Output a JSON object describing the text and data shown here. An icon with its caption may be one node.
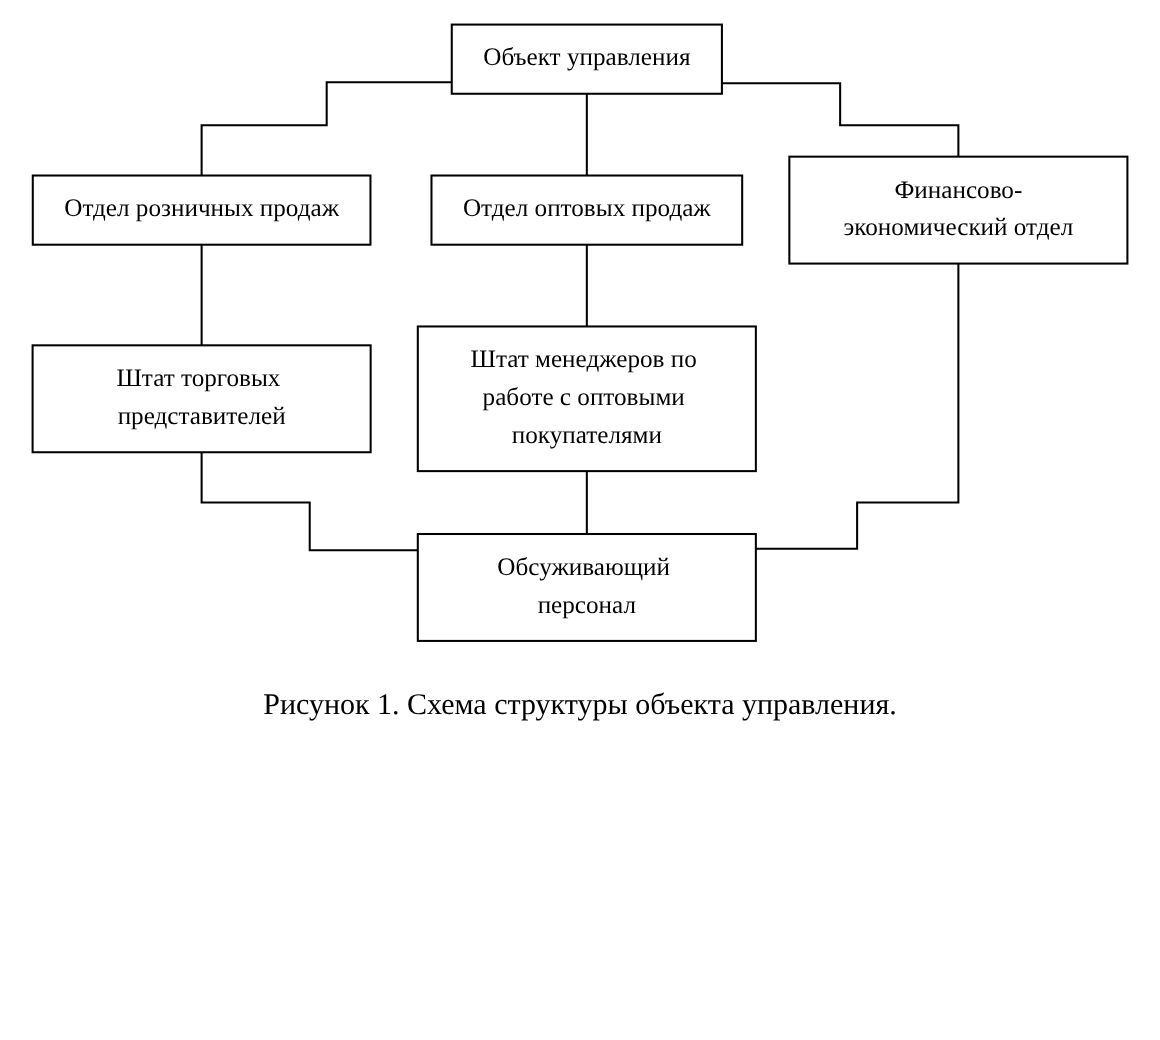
{
  "diagram": {
    "caption": "Рисунок 1. Схема структуры объекта управления.",
    "nodes": [
      {
        "text": [
          "Объект управления"
        ]
      },
      {
        "text": [
          "Отдел розничных продаж"
        ]
      },
      {
        "text": [
          "Отдел оптовых продаж"
        ]
      },
      {
        "text": [
          "Финансово-экономический отдел"
        ]
      },
      {
        "text": [
          "Штат торговых представителей"
        ]
      },
      {
        "text": [
          "Штат менеджеров по работе с оптовыми покупателями"
        ]
      },
      {
        "text": [
          "Обсуживающий персонал"
        ]
      }
    ],
    "edges": [
      {
        "from": 0,
        "to": 1,
        "arrow": "none"
      },
      {
        "from": 0,
        "to": 2,
        "arrow": "none"
      },
      {
        "from": 0,
        "to": 3,
        "arrow": "none"
      },
      {
        "from": 1,
        "to": 4,
        "arrow": "none"
      },
      {
        "from": 2,
        "to": 5,
        "arrow": "none"
      },
      {
        "from": 4,
        "to": 6,
        "arrow": "none"
      },
      {
        "from": 5,
        "to": 6,
        "arrow": "none"
      },
      {
        "from": 3,
        "to": 6,
        "arrow": "none"
      }
    ]
  }
}
